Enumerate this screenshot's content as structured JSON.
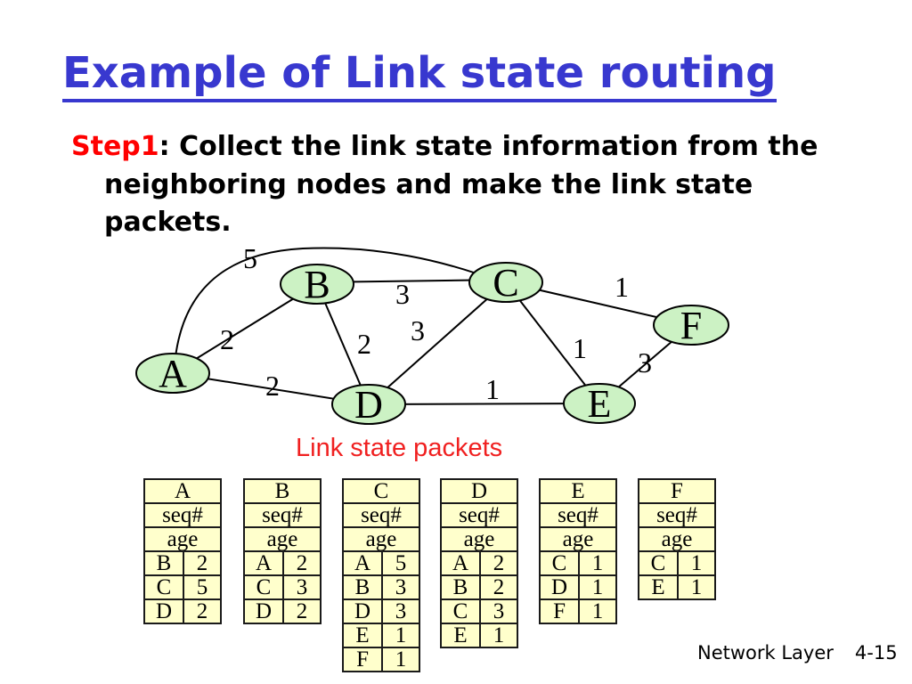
{
  "slide": {
    "title": "Example of Link state routing",
    "step": {
      "label": "Step1",
      "line1": ": Collect the link state information from the",
      "line2": "neighboring nodes and make the link state packets."
    },
    "footer": {
      "label": "Network Layer",
      "page": "4-15"
    }
  },
  "colors": {
    "title_blue": "#3838CF",
    "accent_red": "#FF0000",
    "caption_red": "#F02020",
    "node_fill": "#CCF2C4",
    "table_fill": "#FFFFCC"
  },
  "diagram": {
    "caption": "Link state packets",
    "nodes": [
      {
        "id": "A",
        "label": "A"
      },
      {
        "id": "B",
        "label": "B"
      },
      {
        "id": "C",
        "label": "C"
      },
      {
        "id": "D",
        "label": "D"
      },
      {
        "id": "E",
        "label": "E"
      },
      {
        "id": "F",
        "label": "F"
      }
    ],
    "edges": [
      {
        "from": "A",
        "to": "B",
        "weight": "2"
      },
      {
        "from": "A",
        "to": "C",
        "weight": "5"
      },
      {
        "from": "A",
        "to": "D",
        "weight": "2"
      },
      {
        "from": "B",
        "to": "C",
        "weight": "3"
      },
      {
        "from": "B",
        "to": "D",
        "weight": "2"
      },
      {
        "from": "C",
        "to": "D",
        "weight": "3"
      },
      {
        "from": "C",
        "to": "E",
        "weight": "1"
      },
      {
        "from": "C",
        "to": "F",
        "weight": "1"
      },
      {
        "from": "D",
        "to": "E",
        "weight": "1"
      },
      {
        "from": "E",
        "to": "F",
        "weight": "3"
      }
    ]
  },
  "packet_labels": {
    "seq": "seq#",
    "age": "age"
  },
  "packets": [
    {
      "node": "A",
      "rows": [
        [
          "B",
          "2"
        ],
        [
          "C",
          "5"
        ],
        [
          "D",
          "2"
        ]
      ]
    },
    {
      "node": "B",
      "rows": [
        [
          "A",
          "2"
        ],
        [
          "C",
          "3"
        ],
        [
          "D",
          "2"
        ]
      ]
    },
    {
      "node": "C",
      "rows": [
        [
          "A",
          "5"
        ],
        [
          "B",
          "3"
        ],
        [
          "D",
          "3"
        ],
        [
          "E",
          "1"
        ],
        [
          "F",
          "1"
        ]
      ]
    },
    {
      "node": "D",
      "rows": [
        [
          "A",
          "2"
        ],
        [
          "B",
          "2"
        ],
        [
          "C",
          "3"
        ],
        [
          "E",
          "1"
        ]
      ]
    },
    {
      "node": "E",
      "rows": [
        [
          "C",
          "1"
        ],
        [
          "D",
          "1"
        ],
        [
          "F",
          "1"
        ]
      ]
    },
    {
      "node": "F",
      "rows": [
        [
          "C",
          "1"
        ],
        [
          "E",
          "1"
        ]
      ]
    }
  ]
}
